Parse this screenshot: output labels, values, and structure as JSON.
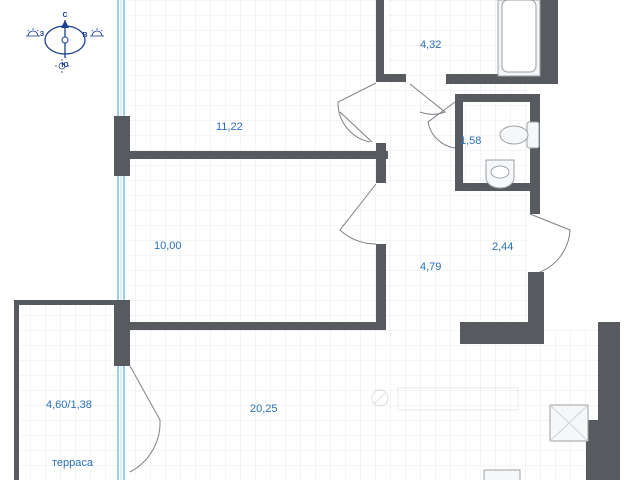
{
  "plan": {
    "compass": {
      "north": "С",
      "south": "Ю",
      "west": "З",
      "east": "В"
    },
    "rooms": {
      "bathroom_large": "4,32",
      "room_top": "11,22",
      "bathroom_small": "1,58",
      "room_middle": "10,00",
      "hall": "4,79",
      "corridor": "2,44",
      "living": "20,25",
      "terrace_area": "4,60/1,38",
      "terrace_label": "терраса"
    },
    "colors": {
      "wall": "#575a5e",
      "label": "#2a6fb5",
      "grid": "#e6eaee",
      "window": "#3aa0d6"
    }
  }
}
